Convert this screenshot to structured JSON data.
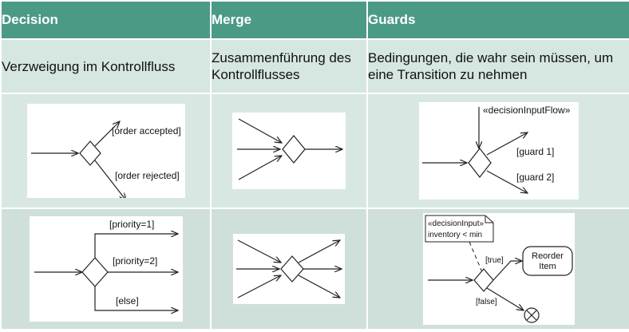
{
  "columns": [
    {
      "header": "Decision",
      "description": "Verzweigung im Kontrollfluss"
    },
    {
      "header": "Merge",
      "description": "Zusammenführung des Kontrollflusses"
    },
    {
      "header": "Guards",
      "description": "Bedingungen, die wahr sein müssen, um eine Transition zu nehmen"
    }
  ],
  "decision1": {
    "top": "[order accepted]",
    "bottom": "[order rejected]"
  },
  "decision2": {
    "g1": "[priority=1]",
    "g2": "[priority=2]",
    "g3": "[else]"
  },
  "guards1": {
    "input_flow": "«decisionInputFlow»",
    "g1": "[guard 1]",
    "g2": "[guard 2]"
  },
  "guards2": {
    "note_line1": "«decisionInput»",
    "note_line2": "inventory < min",
    "true": "[true]",
    "false": "[false]",
    "action_line1": "Reorder",
    "action_line2": "Item"
  }
}
